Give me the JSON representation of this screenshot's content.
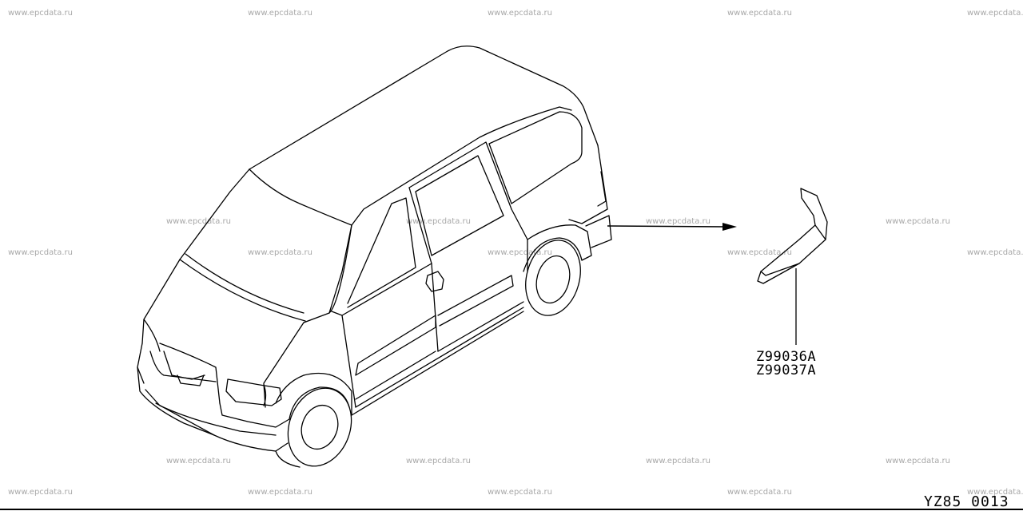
{
  "watermark": "www.epcdata.ru",
  "part_numbers": [
    "Z99036A",
    "Z99037A"
  ],
  "reference_code": "YZ85 0013",
  "icons": {
    "vehicle": "minivan-isometric-drawing",
    "part": "side-sill-protector-drawing",
    "arrow": "arrow-right-icon"
  }
}
